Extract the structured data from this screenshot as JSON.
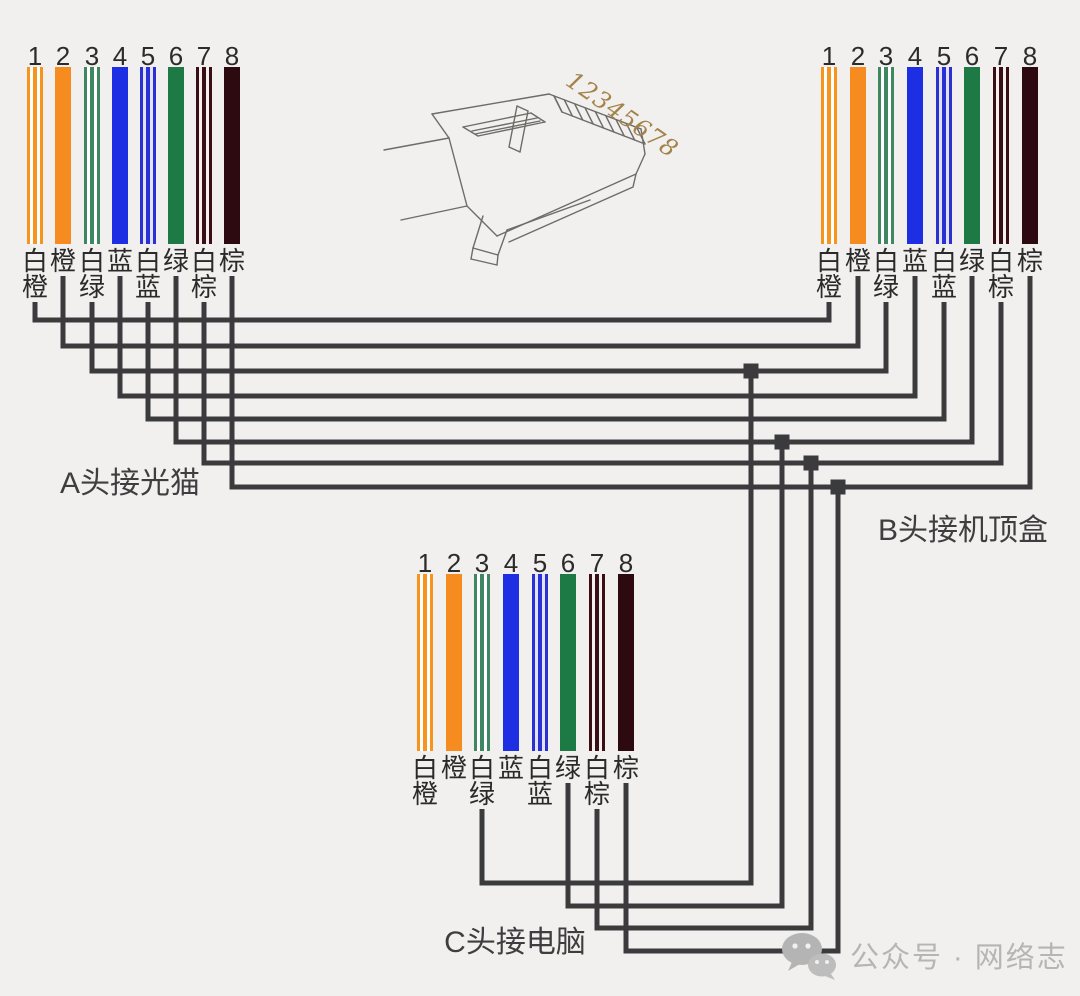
{
  "pins": [
    {
      "num": "1",
      "label": "白橙",
      "style": "striped",
      "color": "#f7941d",
      "secondary": "#ffffff"
    },
    {
      "num": "2",
      "label": "橙",
      "style": "solid",
      "color": "#f68b1f"
    },
    {
      "num": "3",
      "label": "白绿",
      "style": "striped",
      "color": "#3e8760",
      "secondary": "#ffffff"
    },
    {
      "num": "4",
      "label": "蓝",
      "style": "solid",
      "color": "#1e2ee2"
    },
    {
      "num": "5",
      "label": "白蓝",
      "style": "striped",
      "color": "#2a30d2",
      "secondary": "#e2e2f7"
    },
    {
      "num": "6",
      "label": "绿",
      "style": "solid",
      "color": "#1e7a44"
    },
    {
      "num": "7",
      "label": "白棕",
      "style": "striped",
      "color": "#390f15",
      "secondary": "#f3f0ee"
    },
    {
      "num": "8",
      "label": "棕",
      "style": "solid",
      "color": "#2d0a0f"
    }
  ],
  "blocks": [
    {
      "id": "A",
      "caption": "A头接光猫",
      "connected_pins": [
        "1",
        "2",
        "3",
        "4",
        "5",
        "6",
        "7",
        "8"
      ]
    },
    {
      "id": "B",
      "caption": "B头接机顶盒",
      "connected_pins": [
        "1",
        "2",
        "3",
        "4",
        "5",
        "6",
        "7",
        "8"
      ]
    },
    {
      "id": "C",
      "caption": "C头接电脑",
      "connected_pins": [
        "3",
        "6",
        "7",
        "8"
      ]
    }
  ],
  "connections": [
    "A1-B1",
    "A2-B2",
    "A3-B3",
    "A4-B4",
    "A5-B5",
    "A6-B6",
    "A7-B7",
    "A8-B8",
    "A3-C3",
    "A6-C6",
    "A7-C7",
    "A8-C8"
  ],
  "rj45_sketch": {
    "pin_numbers_label": "12345678"
  },
  "watermark": {
    "text": "公众号 · 网络志"
  },
  "colors": {
    "background": "#f1f0ee",
    "wire": "#3b3b3d",
    "caption_text": "#3e3e41",
    "number_text": "#2b2b2b",
    "sketch_line": "#6e6c68",
    "sketch_label": "#a3834a",
    "watermark_text": "#b5b5b5"
  }
}
